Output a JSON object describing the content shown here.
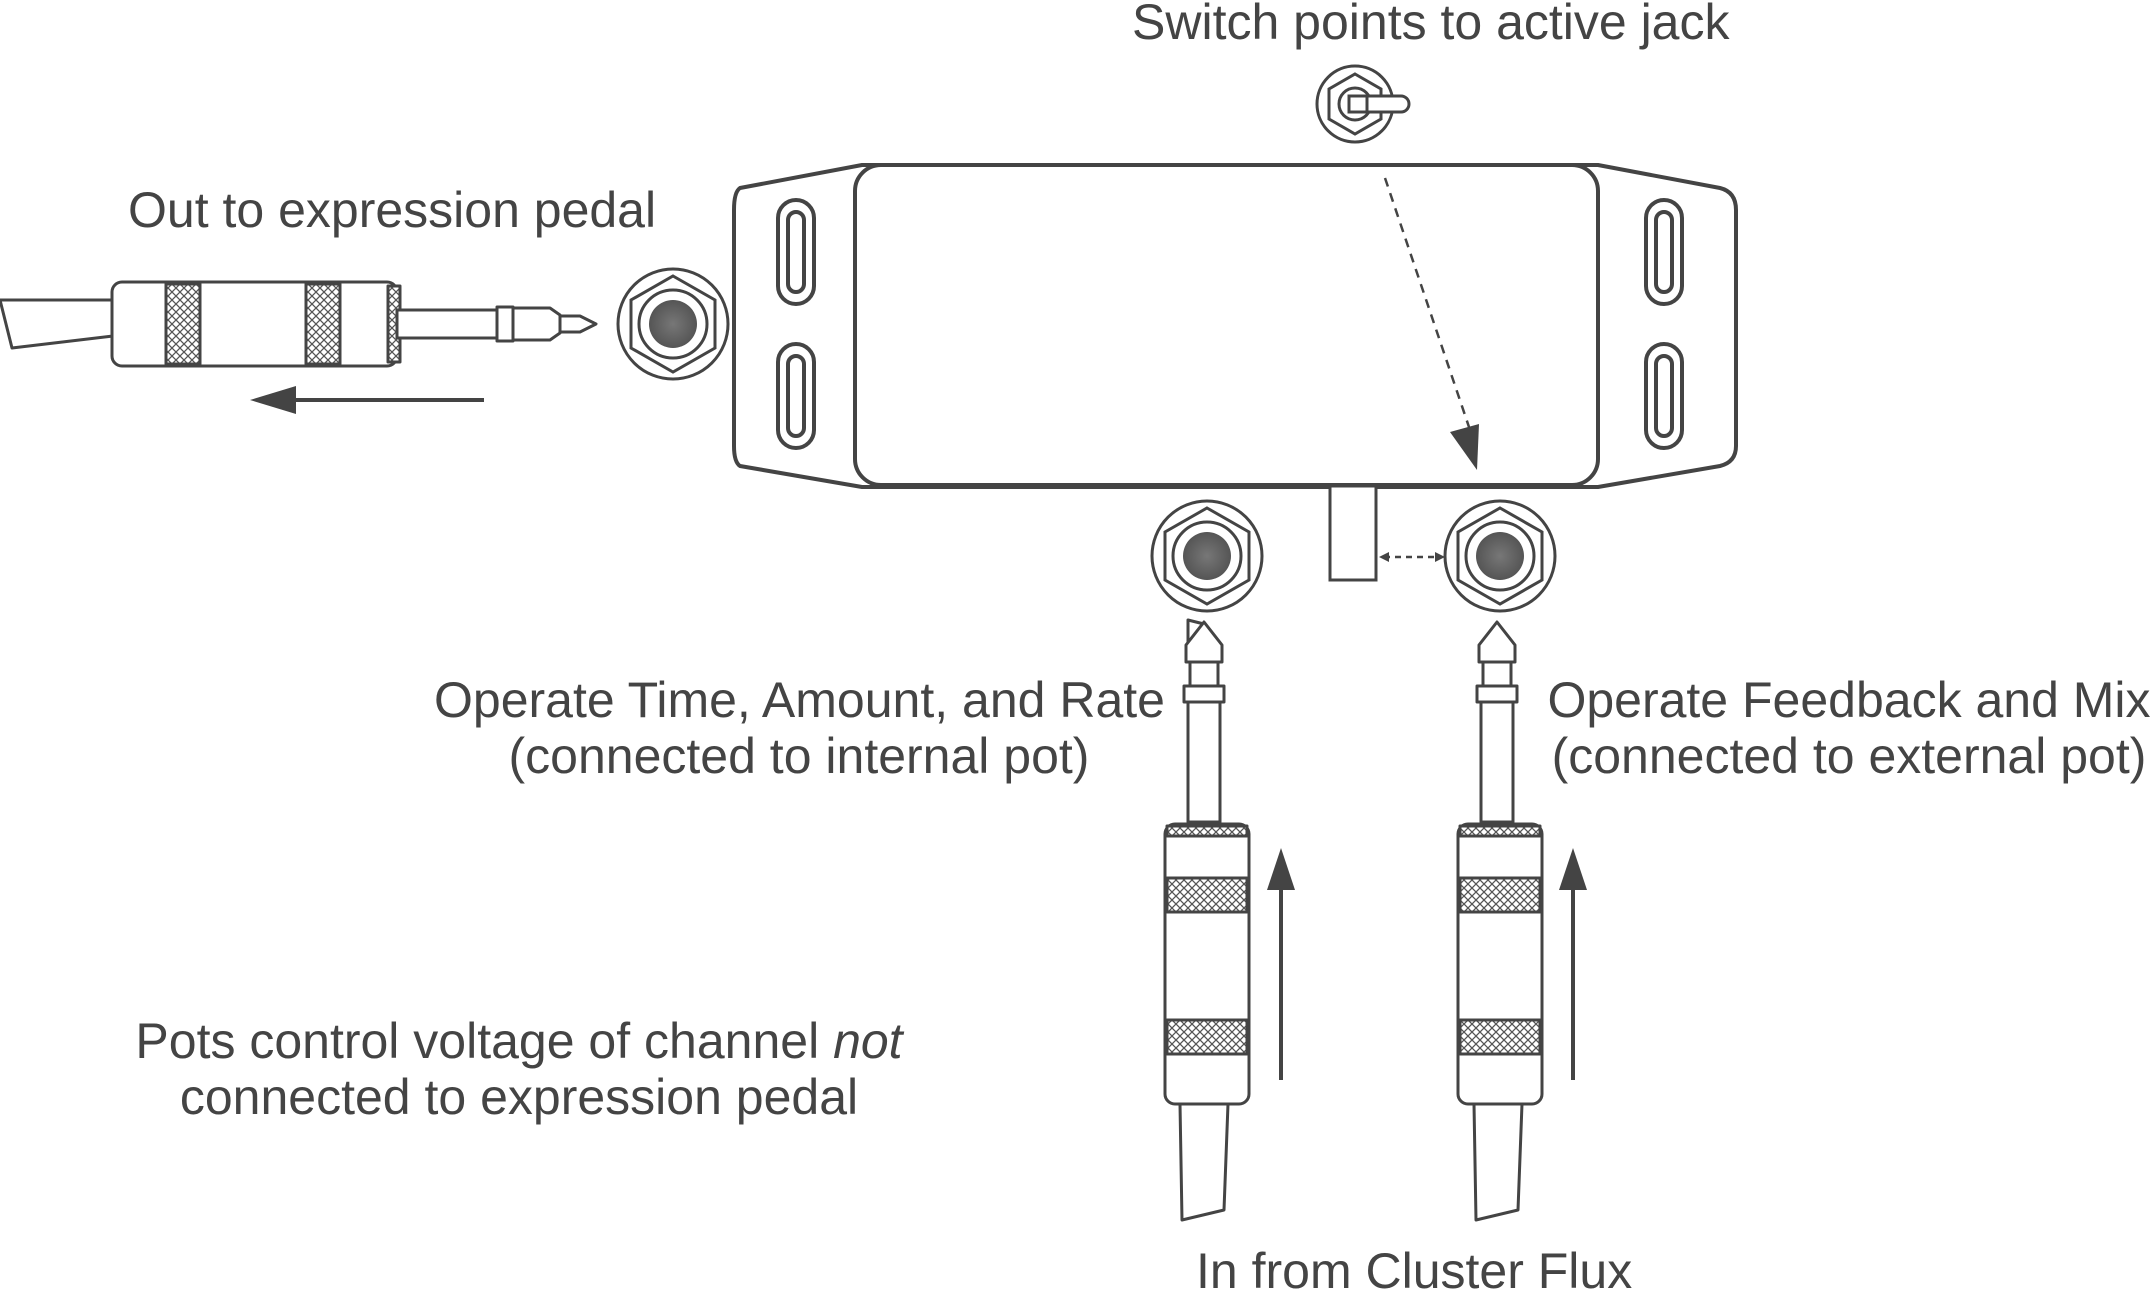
{
  "labels": {
    "switch_points": "Switch points to active jack",
    "out_to_pedal": "Out to expression pedal",
    "operate_internal_line1": "Operate Time, Amount, and Rate",
    "operate_internal_line2": "(connected to internal pot)",
    "operate_external_line1": "Operate Feedback and Mix",
    "operate_external_line2": "(connected to external pot)",
    "pots_note_line1_start": "Pots control voltage of channel ",
    "pots_note_line1_emph": "not",
    "pots_note_line2": "connected to expression pedal",
    "in_from": "In from Cluster Flux"
  },
  "colors": {
    "line": "#444444",
    "text": "#444444",
    "jack_fill": "#666666"
  }
}
